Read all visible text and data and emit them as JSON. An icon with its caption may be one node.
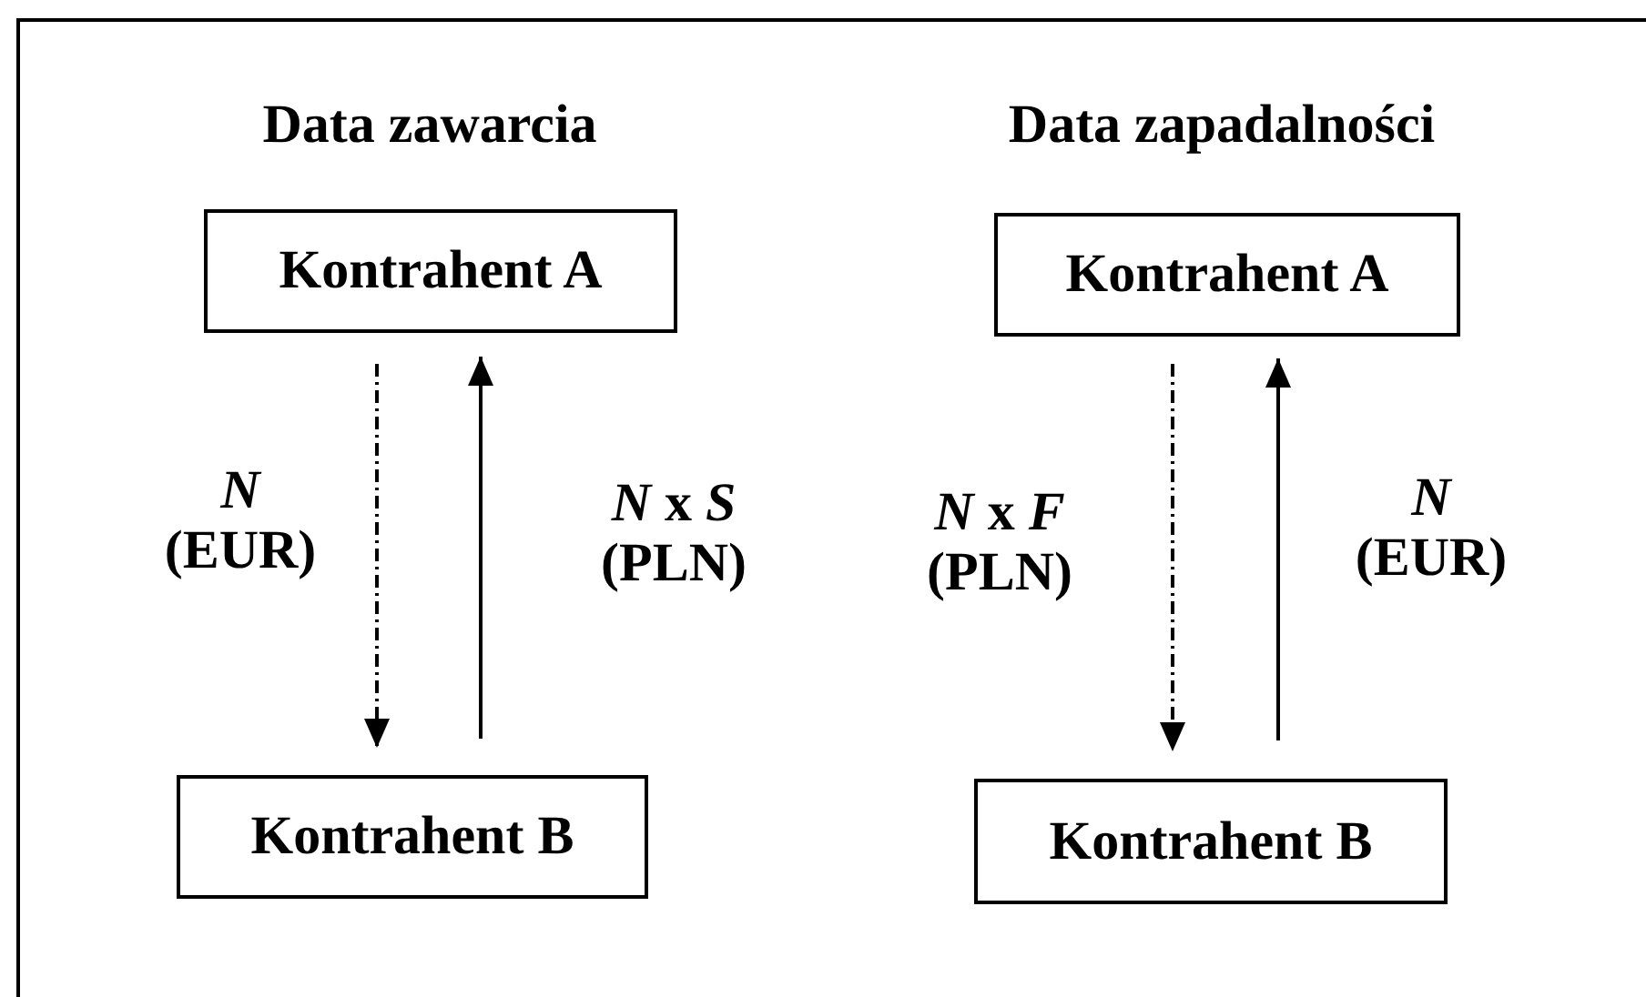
{
  "diagram": {
    "nodes": [
      {
        "text": [
          "Kontrahent A"
        ]
      },
      {
        "text": [
          "Kontrahent A"
        ]
      },
      {
        "text": [
          "Kontrahent B"
        ]
      },
      {
        "text": [
          "Kontrahent B"
        ]
      }
    ],
    "edges": [
      {
        "from": 0,
        "to": 2,
        "arrow": "to",
        "style": "dashed",
        "label": "*N* (EUR)"
      },
      {
        "from": 2,
        "to": 0,
        "arrow": "to",
        "label": "*N* x *S* (PLN)"
      },
      {
        "from": 1,
        "to": 3,
        "arrow": "to",
        "style": "dashed",
        "label": "*N* x *F* (PLN)"
      },
      {
        "from": 3,
        "to": 1,
        "arrow": "to",
        "label": "*N* (EUR)"
      }
    ],
    "labels": [
      "Data zawarcia",
      "Data zapadalności"
    ]
  }
}
